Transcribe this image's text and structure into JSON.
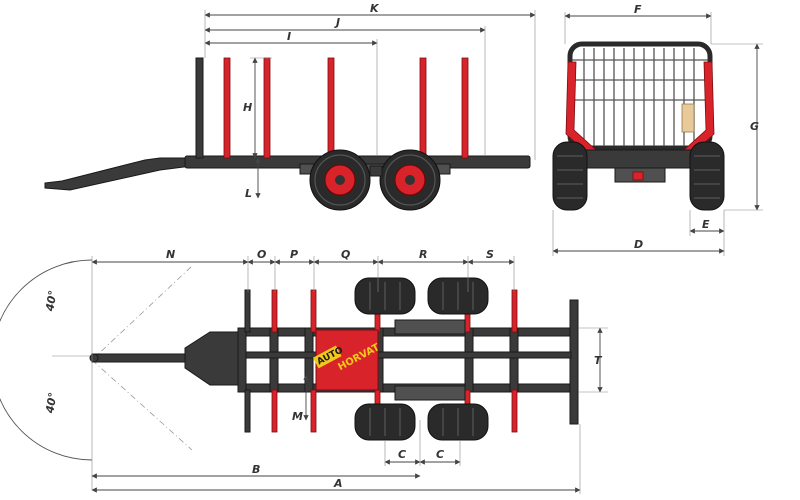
{
  "dimension_labels": {
    "K": "K",
    "J": "J",
    "I": "I",
    "H": "H",
    "L": "L",
    "F": "F",
    "G": "G",
    "E": "E",
    "D": "D",
    "N": "N",
    "O": "O",
    "P": "P",
    "Q": "Q",
    "R": "R",
    "S": "S",
    "T": "T",
    "M": "M",
    "C1": "C",
    "C2": "C",
    "B": "B",
    "A": "A"
  },
  "angles": {
    "upper": "40°",
    "lower": "40°"
  },
  "logo": {
    "brand": "AUTO",
    "name": "HORVAT"
  },
  "colors": {
    "frame": "#3a3a3a",
    "accent": "#d8232a",
    "logo_yellow": "#f3c91b"
  }
}
